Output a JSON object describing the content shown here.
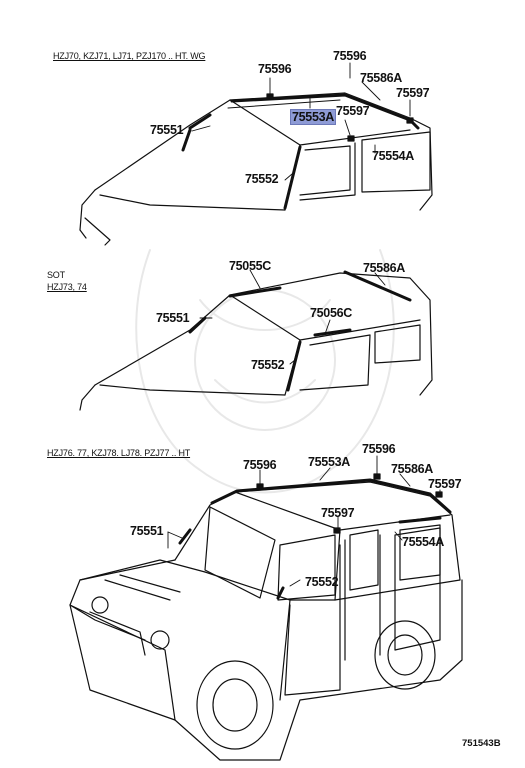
{
  "captions": {
    "top": "HZJ70, KZJ71, LJ71, PZJ170 .. HT. WG",
    "mid_line1": "SOT",
    "mid_line2": "HZJ73, 74",
    "bottom": "HZJ76. 77, KZJ78. LJ78. PZJ77 .. HT"
  },
  "top_labels": {
    "p75596a": "75596",
    "p75596b": "75596",
    "p75586A": "75586A",
    "p75597a": "75597",
    "p75553A": "75553A",
    "p75597b": "75597",
    "p75551": "75551",
    "p75554A": "75554A",
    "p75552": "75552"
  },
  "mid_labels": {
    "p75055C": "75055C",
    "p75586A": "75586A",
    "p75551": "75551",
    "p75056C": "75056C",
    "p75552": "75552"
  },
  "bottom_labels": {
    "p75596a": "75596",
    "p75553A": "75553A",
    "p75596b": "75596",
    "p75586A": "75586A",
    "p75597a": "75597",
    "p75597b": "75597",
    "p75551": "75551",
    "p75554A": "75554A",
    "p75552": "75552"
  },
  "highlight_color": "#8e9bd6",
  "reference": "751543B"
}
